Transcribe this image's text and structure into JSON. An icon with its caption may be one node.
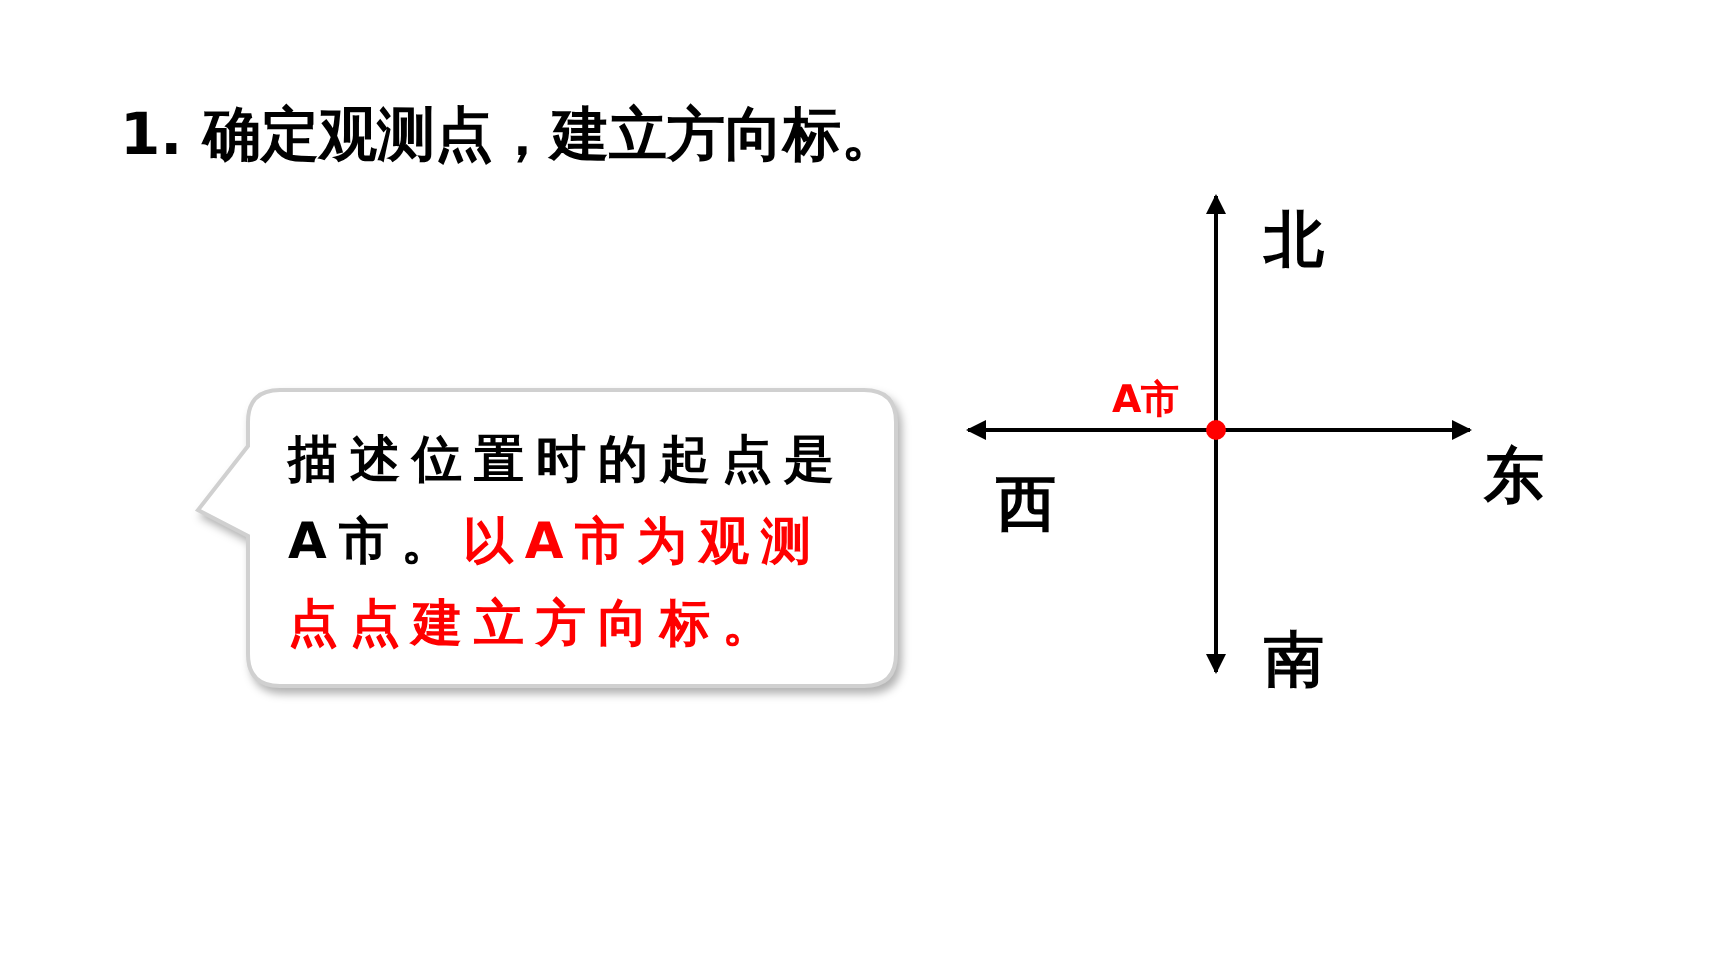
{
  "diagram": {
    "title": "1. 确定观测点，建立方向标。",
    "nodes": [
      {
        "text": [
          "描述位置时的起点是A市。",
          "以A市为观测点点建立方向标。"
        ]
      }
    ],
    "labels": [
      "北",
      "A市",
      "东",
      "西",
      "南"
    ]
  }
}
